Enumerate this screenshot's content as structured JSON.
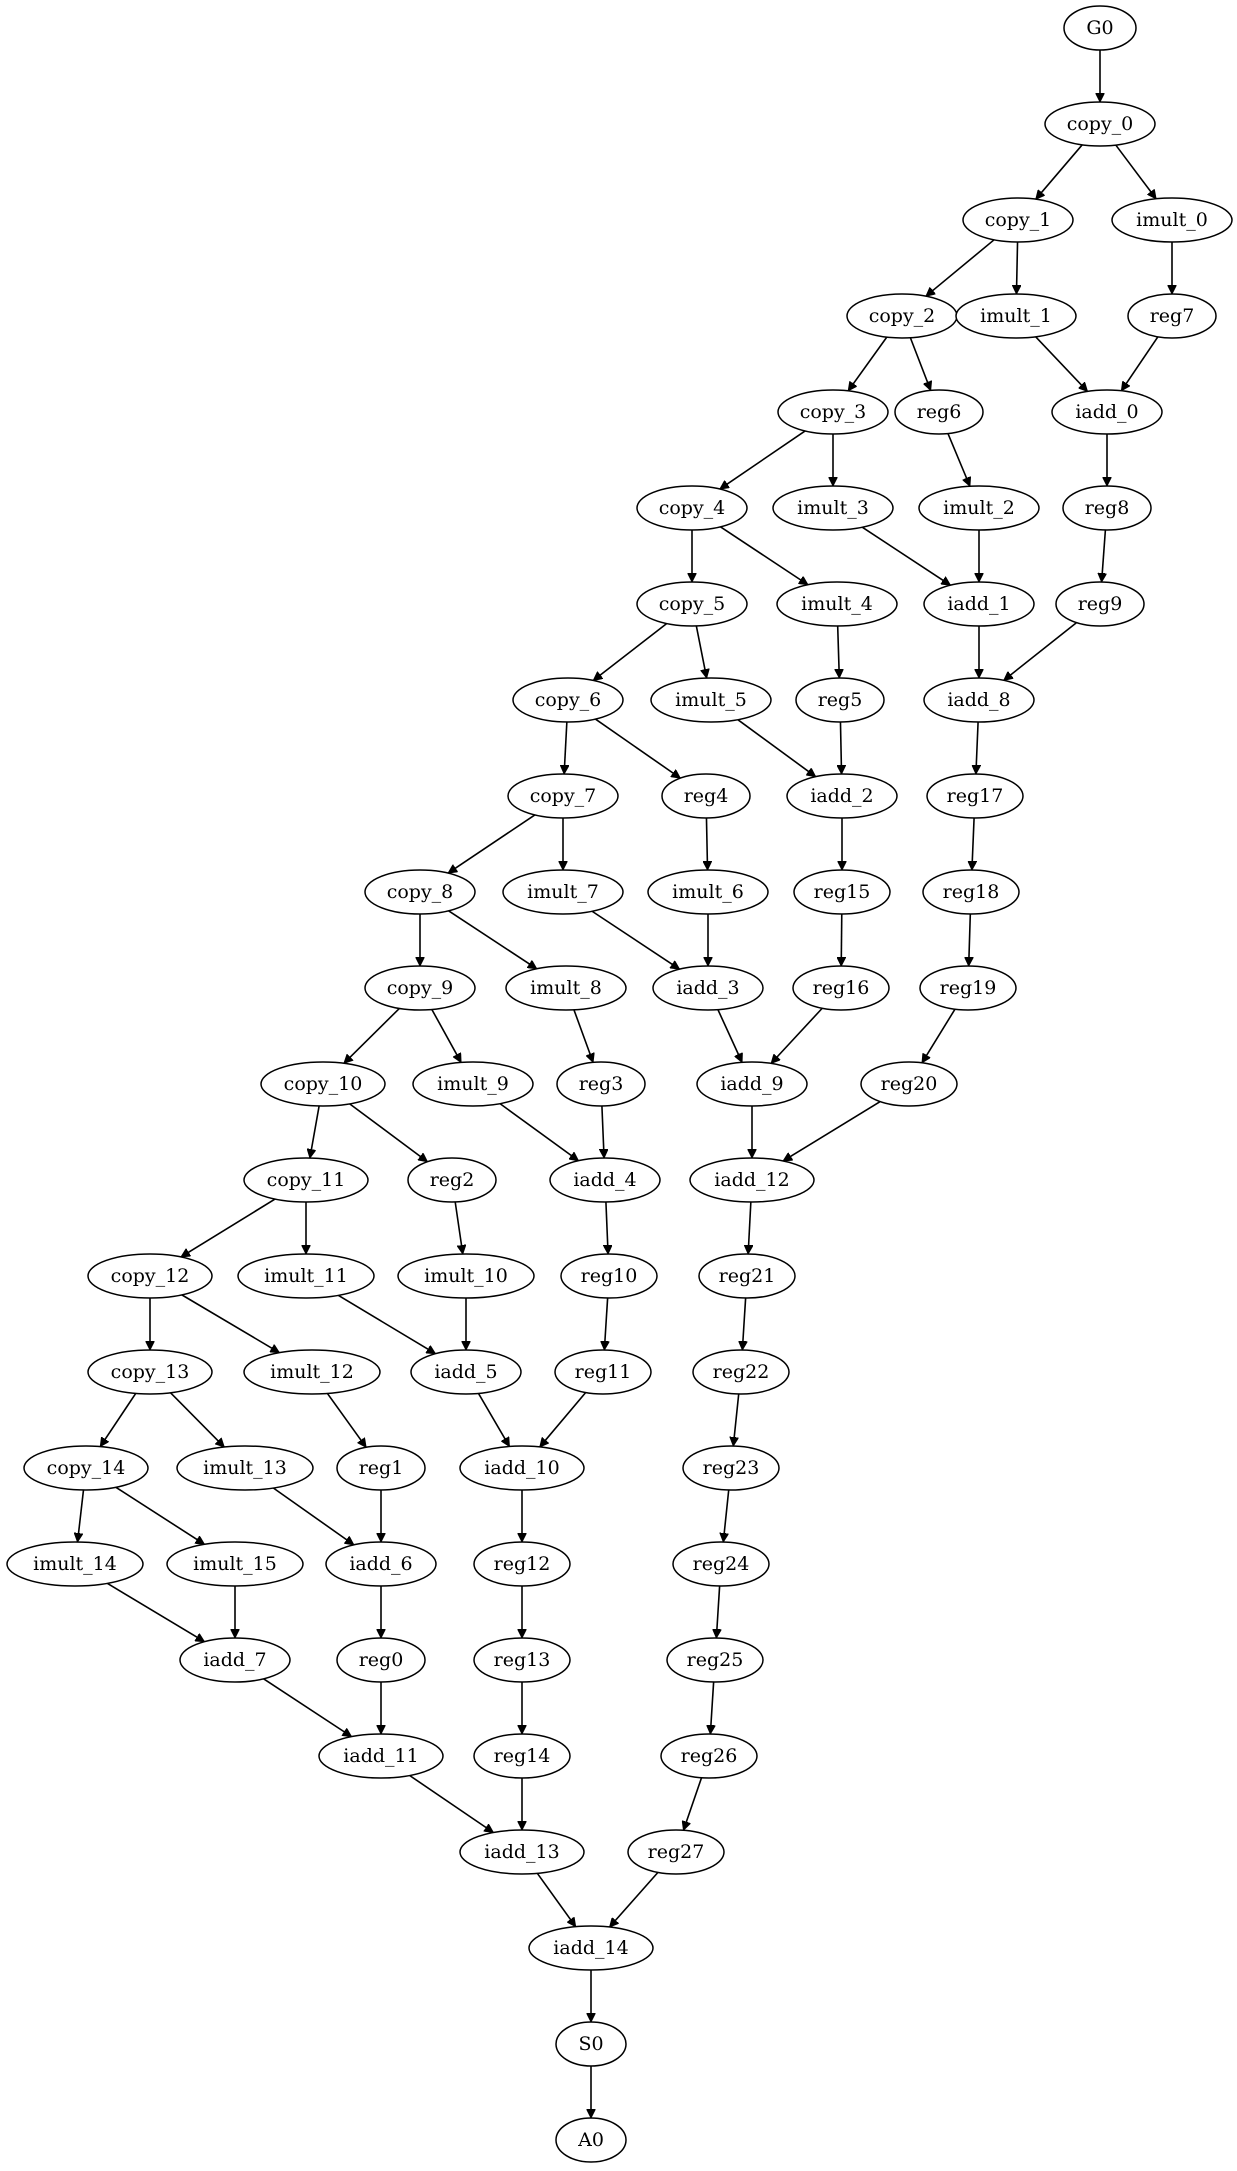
{
  "graph": {
    "nodes": [
      {
        "id": "G0",
        "label": "G0"
      },
      {
        "id": "copy_0",
        "label": "copy_0"
      },
      {
        "id": "copy_1",
        "label": "copy_1"
      },
      {
        "id": "imult_0",
        "label": "imult_0"
      },
      {
        "id": "copy_2",
        "label": "copy_2"
      },
      {
        "id": "imult_1",
        "label": "imult_1"
      },
      {
        "id": "reg7",
        "label": "reg7"
      },
      {
        "id": "copy_3",
        "label": "copy_3"
      },
      {
        "id": "reg6",
        "label": "reg6"
      },
      {
        "id": "iadd_0",
        "label": "iadd_0"
      },
      {
        "id": "copy_4",
        "label": "copy_4"
      },
      {
        "id": "imult_3",
        "label": "imult_3"
      },
      {
        "id": "imult_2",
        "label": "imult_2"
      },
      {
        "id": "reg8",
        "label": "reg8"
      },
      {
        "id": "copy_5",
        "label": "copy_5"
      },
      {
        "id": "imult_4",
        "label": "imult_4"
      },
      {
        "id": "iadd_1",
        "label": "iadd_1"
      },
      {
        "id": "reg9",
        "label": "reg9"
      },
      {
        "id": "copy_6",
        "label": "copy_6"
      },
      {
        "id": "imult_5",
        "label": "imult_5"
      },
      {
        "id": "reg5",
        "label": "reg5"
      },
      {
        "id": "iadd_8",
        "label": "iadd_8"
      },
      {
        "id": "copy_7",
        "label": "copy_7"
      },
      {
        "id": "reg4",
        "label": "reg4"
      },
      {
        "id": "iadd_2",
        "label": "iadd_2"
      },
      {
        "id": "reg17",
        "label": "reg17"
      },
      {
        "id": "copy_8",
        "label": "copy_8"
      },
      {
        "id": "imult_7",
        "label": "imult_7"
      },
      {
        "id": "imult_6",
        "label": "imult_6"
      },
      {
        "id": "reg15",
        "label": "reg15"
      },
      {
        "id": "reg18",
        "label": "reg18"
      },
      {
        "id": "copy_9",
        "label": "copy_9"
      },
      {
        "id": "imult_8",
        "label": "imult_8"
      },
      {
        "id": "iadd_3",
        "label": "iadd_3"
      },
      {
        "id": "reg16",
        "label": "reg16"
      },
      {
        "id": "reg19",
        "label": "reg19"
      },
      {
        "id": "copy_10",
        "label": "copy_10"
      },
      {
        "id": "imult_9",
        "label": "imult_9"
      },
      {
        "id": "reg3",
        "label": "reg3"
      },
      {
        "id": "iadd_9",
        "label": "iadd_9"
      },
      {
        "id": "reg20",
        "label": "reg20"
      },
      {
        "id": "copy_11",
        "label": "copy_11"
      },
      {
        "id": "reg2",
        "label": "reg2"
      },
      {
        "id": "iadd_4",
        "label": "iadd_4"
      },
      {
        "id": "iadd_12",
        "label": "iadd_12"
      },
      {
        "id": "copy_12",
        "label": "copy_12"
      },
      {
        "id": "imult_11",
        "label": "imult_11"
      },
      {
        "id": "imult_10",
        "label": "imult_10"
      },
      {
        "id": "reg10",
        "label": "reg10"
      },
      {
        "id": "reg21",
        "label": "reg21"
      },
      {
        "id": "copy_13",
        "label": "copy_13"
      },
      {
        "id": "imult_12",
        "label": "imult_12"
      },
      {
        "id": "iadd_5",
        "label": "iadd_5"
      },
      {
        "id": "reg11",
        "label": "reg11"
      },
      {
        "id": "reg22",
        "label": "reg22"
      },
      {
        "id": "copy_14",
        "label": "copy_14"
      },
      {
        "id": "imult_13",
        "label": "imult_13"
      },
      {
        "id": "reg1",
        "label": "reg1"
      },
      {
        "id": "iadd_10",
        "label": "iadd_10"
      },
      {
        "id": "reg23",
        "label": "reg23"
      },
      {
        "id": "imult_14",
        "label": "imult_14"
      },
      {
        "id": "imult_15",
        "label": "imult_15"
      },
      {
        "id": "iadd_6",
        "label": "iadd_6"
      },
      {
        "id": "reg12",
        "label": "reg12"
      },
      {
        "id": "reg24",
        "label": "reg24"
      },
      {
        "id": "iadd_7",
        "label": "iadd_7"
      },
      {
        "id": "reg0",
        "label": "reg0"
      },
      {
        "id": "reg13",
        "label": "reg13"
      },
      {
        "id": "reg25",
        "label": "reg25"
      },
      {
        "id": "iadd_11",
        "label": "iadd_11"
      },
      {
        "id": "reg14",
        "label": "reg14"
      },
      {
        "id": "reg26",
        "label": "reg26"
      },
      {
        "id": "iadd_13",
        "label": "iadd_13"
      },
      {
        "id": "reg27",
        "label": "reg27"
      },
      {
        "id": "iadd_14",
        "label": "iadd_14"
      },
      {
        "id": "S0",
        "label": "S0"
      },
      {
        "id": "A0",
        "label": "A0"
      }
    ],
    "edges": [
      [
        "G0",
        "copy_0"
      ],
      [
        "copy_0",
        "copy_1"
      ],
      [
        "copy_0",
        "imult_0"
      ],
      [
        "copy_1",
        "copy_2"
      ],
      [
        "copy_1",
        "imult_1"
      ],
      [
        "imult_0",
        "reg7"
      ],
      [
        "copy_2",
        "copy_3"
      ],
      [
        "copy_2",
        "reg6"
      ],
      [
        "imult_1",
        "iadd_0"
      ],
      [
        "reg7",
        "iadd_0"
      ],
      [
        "copy_3",
        "copy_4"
      ],
      [
        "copy_3",
        "imult_3"
      ],
      [
        "reg6",
        "imult_2"
      ],
      [
        "iadd_0",
        "reg8"
      ],
      [
        "copy_4",
        "copy_5"
      ],
      [
        "copy_4",
        "imult_4"
      ],
      [
        "imult_3",
        "iadd_1"
      ],
      [
        "imult_2",
        "iadd_1"
      ],
      [
        "reg8",
        "reg9"
      ],
      [
        "copy_5",
        "copy_6"
      ],
      [
        "copy_5",
        "imult_5"
      ],
      [
        "imult_4",
        "reg5"
      ],
      [
        "iadd_1",
        "iadd_8"
      ],
      [
        "reg9",
        "iadd_8"
      ],
      [
        "copy_6",
        "copy_7"
      ],
      [
        "copy_6",
        "reg4"
      ],
      [
        "imult_5",
        "iadd_2"
      ],
      [
        "reg5",
        "iadd_2"
      ],
      [
        "iadd_8",
        "reg17"
      ],
      [
        "copy_7",
        "copy_8"
      ],
      [
        "copy_7",
        "imult_7"
      ],
      [
        "reg4",
        "imult_6"
      ],
      [
        "iadd_2",
        "reg15"
      ],
      [
        "reg17",
        "reg18"
      ],
      [
        "copy_8",
        "copy_9"
      ],
      [
        "copy_8",
        "imult_8"
      ],
      [
        "imult_7",
        "iadd_3"
      ],
      [
        "imult_6",
        "iadd_3"
      ],
      [
        "reg15",
        "reg16"
      ],
      [
        "reg18",
        "reg19"
      ],
      [
        "copy_9",
        "copy_10"
      ],
      [
        "copy_9",
        "imult_9"
      ],
      [
        "imult_8",
        "reg3"
      ],
      [
        "iadd_3",
        "iadd_9"
      ],
      [
        "reg16",
        "iadd_9"
      ],
      [
        "reg19",
        "reg20"
      ],
      [
        "copy_10",
        "copy_11"
      ],
      [
        "copy_10",
        "reg2"
      ],
      [
        "imult_9",
        "iadd_4"
      ],
      [
        "reg3",
        "iadd_4"
      ],
      [
        "iadd_9",
        "iadd_12"
      ],
      [
        "reg20",
        "iadd_12"
      ],
      [
        "copy_11",
        "copy_12"
      ],
      [
        "copy_11",
        "imult_11"
      ],
      [
        "reg2",
        "imult_10"
      ],
      [
        "iadd_4",
        "reg10"
      ],
      [
        "iadd_12",
        "reg21"
      ],
      [
        "copy_12",
        "copy_13"
      ],
      [
        "copy_12",
        "imult_12"
      ],
      [
        "imult_11",
        "iadd_5"
      ],
      [
        "imult_10",
        "iadd_5"
      ],
      [
        "reg10",
        "reg11"
      ],
      [
        "reg21",
        "reg22"
      ],
      [
        "copy_13",
        "copy_14"
      ],
      [
        "copy_13",
        "imult_13"
      ],
      [
        "imult_12",
        "reg1"
      ],
      [
        "iadd_5",
        "iadd_10"
      ],
      [
        "reg11",
        "iadd_10"
      ],
      [
        "reg22",
        "reg23"
      ],
      [
        "copy_14",
        "imult_14"
      ],
      [
        "copy_14",
        "imult_15"
      ],
      [
        "imult_13",
        "iadd_6"
      ],
      [
        "reg1",
        "iadd_6"
      ],
      [
        "iadd_10",
        "reg12"
      ],
      [
        "reg23",
        "reg24"
      ],
      [
        "imult_14",
        "iadd_7"
      ],
      [
        "imult_15",
        "iadd_7"
      ],
      [
        "iadd_6",
        "reg0"
      ],
      [
        "reg12",
        "reg13"
      ],
      [
        "reg24",
        "reg25"
      ],
      [
        "iadd_7",
        "iadd_11"
      ],
      [
        "reg0",
        "iadd_11"
      ],
      [
        "reg13",
        "reg14"
      ],
      [
        "reg25",
        "reg26"
      ],
      [
        "iadd_11",
        "iadd_13"
      ],
      [
        "reg14",
        "iadd_13"
      ],
      [
        "reg26",
        "reg27"
      ],
      [
        "iadd_13",
        "iadd_14"
      ],
      [
        "reg27",
        "iadd_14"
      ],
      [
        "iadd_14",
        "S0"
      ],
      [
        "S0",
        "A0"
      ]
    ]
  }
}
